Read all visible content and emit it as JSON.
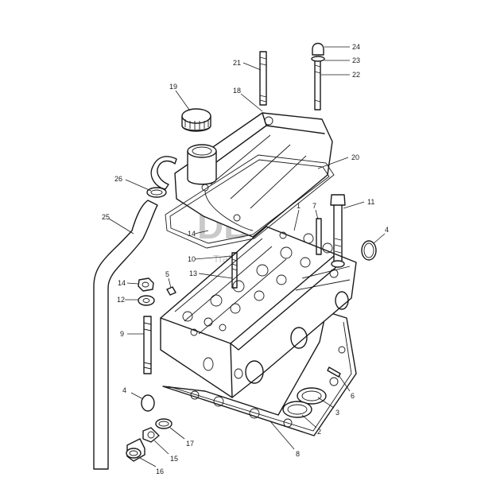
{
  "watermark": {
    "logo": "DB",
    "text": "Trakto"
  },
  "callouts": [
    {
      "id": "c24",
      "label": "24"
    },
    {
      "id": "c23",
      "label": "23"
    },
    {
      "id": "c22",
      "label": "22"
    },
    {
      "id": "c21",
      "label": "21"
    },
    {
      "id": "c19",
      "label": "19"
    },
    {
      "id": "c18",
      "label": "18"
    },
    {
      "id": "c20",
      "label": "20"
    },
    {
      "id": "c26",
      "label": "26"
    },
    {
      "id": "c11",
      "label": "11"
    },
    {
      "id": "c7",
      "label": "7"
    },
    {
      "id": "c1",
      "label": "1"
    },
    {
      "id": "c4a",
      "label": "4"
    },
    {
      "id": "c25",
      "label": "25"
    },
    {
      "id": "c14a",
      "label": "14"
    },
    {
      "id": "c10",
      "label": "10"
    },
    {
      "id": "c13",
      "label": "13"
    },
    {
      "id": "c14b",
      "label": "14"
    },
    {
      "id": "c5",
      "label": "5"
    },
    {
      "id": "c12",
      "label": "12"
    },
    {
      "id": "c9",
      "label": "9"
    },
    {
      "id": "c6",
      "label": "6"
    },
    {
      "id": "c3",
      "label": "3"
    },
    {
      "id": "c4b",
      "label": "4"
    },
    {
      "id": "c2",
      "label": "2"
    },
    {
      "id": "c17",
      "label": "17"
    },
    {
      "id": "c8",
      "label": "8"
    },
    {
      "id": "c15",
      "label": "15"
    },
    {
      "id": "c16",
      "label": "16"
    }
  ]
}
